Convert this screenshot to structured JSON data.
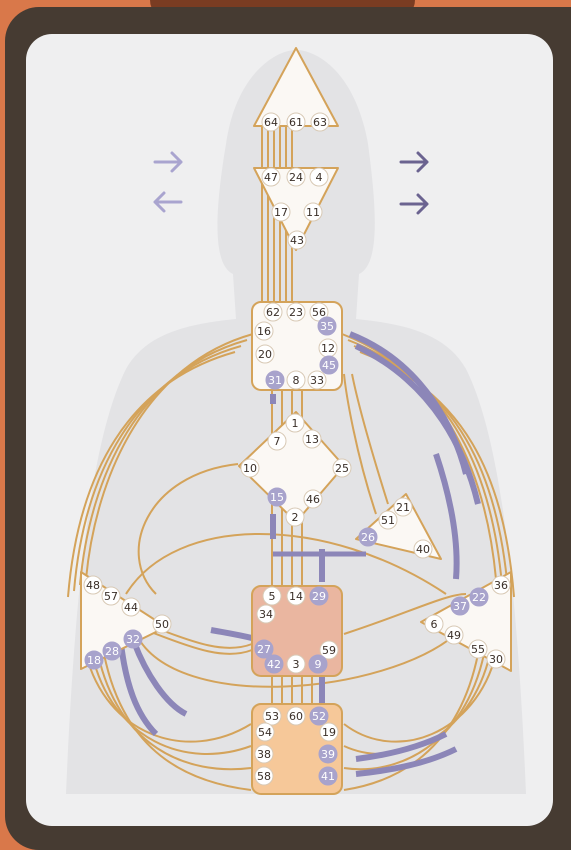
{
  "colors": {
    "outer_background": "#d9784a",
    "frame": "#463b32",
    "card": "#efeff0",
    "body_silhouette": "#d9d9dc",
    "channel_line": "#d4a35a",
    "activation": "#8c86b8",
    "center_fill": "#fbf8f4",
    "defined_center_sacral": "#eab6a0",
    "defined_center_root": "#f6c899",
    "gate_activated": "#a8a3cc",
    "arrow": "#6b6390",
    "arrow_light": "#a9a4cf"
  },
  "arrows": [
    {
      "name": "arrow-top-left",
      "direction": "right",
      "shade": "light"
    },
    {
      "name": "arrow-bottom-left",
      "direction": "left",
      "shade": "light"
    },
    {
      "name": "arrow-top-right",
      "direction": "right",
      "shade": "dark"
    },
    {
      "name": "arrow-bottom-right",
      "direction": "right",
      "shade": "dark"
    }
  ],
  "centers": [
    {
      "id": "head",
      "defined": false,
      "gates": [
        {
          "n": "64",
          "on": false
        },
        {
          "n": "61",
          "on": false
        },
        {
          "n": "63",
          "on": false
        }
      ]
    },
    {
      "id": "ajna",
      "defined": false,
      "gates": [
        {
          "n": "47",
          "on": false
        },
        {
          "n": "24",
          "on": false
        },
        {
          "n": "4",
          "on": false
        },
        {
          "n": "17",
          "on": false
        },
        {
          "n": "11",
          "on": false
        },
        {
          "n": "43",
          "on": false
        }
      ]
    },
    {
      "id": "throat",
      "defined": false,
      "gates": [
        {
          "n": "62",
          "on": false
        },
        {
          "n": "23",
          "on": false
        },
        {
          "n": "56",
          "on": false
        },
        {
          "n": "16",
          "on": false
        },
        {
          "n": "35",
          "on": true
        },
        {
          "n": "20",
          "on": false
        },
        {
          "n": "12",
          "on": false
        },
        {
          "n": "45",
          "on": true
        },
        {
          "n": "31",
          "on": true
        },
        {
          "n": "8",
          "on": false
        },
        {
          "n": "33",
          "on": false
        }
      ]
    },
    {
      "id": "g-center",
      "defined": false,
      "gates": [
        {
          "n": "1",
          "on": false
        },
        {
          "n": "7",
          "on": false
        },
        {
          "n": "13",
          "on": false
        },
        {
          "n": "10",
          "on": false
        },
        {
          "n": "25",
          "on": false
        },
        {
          "n": "15",
          "on": true
        },
        {
          "n": "46",
          "on": false
        },
        {
          "n": "2",
          "on": false
        }
      ]
    },
    {
      "id": "heart",
      "defined": false,
      "gates": [
        {
          "n": "21",
          "on": false
        },
        {
          "n": "51",
          "on": false
        },
        {
          "n": "26",
          "on": true
        },
        {
          "n": "40",
          "on": false
        }
      ]
    },
    {
      "id": "sacral",
      "defined": true,
      "gates": [
        {
          "n": "5",
          "on": false
        },
        {
          "n": "14",
          "on": false
        },
        {
          "n": "29",
          "on": true
        },
        {
          "n": "34",
          "on": false
        },
        {
          "n": "27",
          "on": true
        },
        {
          "n": "59",
          "on": false
        },
        {
          "n": "42",
          "on": true
        },
        {
          "n": "3",
          "on": false
        },
        {
          "n": "9",
          "on": true
        }
      ]
    },
    {
      "id": "spleen",
      "defined": false,
      "gates": [
        {
          "n": "48",
          "on": false
        },
        {
          "n": "57",
          "on": false
        },
        {
          "n": "44",
          "on": false
        },
        {
          "n": "50",
          "on": false
        },
        {
          "n": "32",
          "on": true
        },
        {
          "n": "28",
          "on": true
        },
        {
          "n": "18",
          "on": true
        }
      ]
    },
    {
      "id": "solar-plexus",
      "defined": false,
      "gates": [
        {
          "n": "36",
          "on": false
        },
        {
          "n": "22",
          "on": true
        },
        {
          "n": "37",
          "on": true
        },
        {
          "n": "6",
          "on": false
        },
        {
          "n": "49",
          "on": false
        },
        {
          "n": "55",
          "on": false
        },
        {
          "n": "30",
          "on": false
        }
      ]
    },
    {
      "id": "root",
      "defined": true,
      "gates": [
        {
          "n": "53",
          "on": false
        },
        {
          "n": "60",
          "on": false
        },
        {
          "n": "52",
          "on": true
        },
        {
          "n": "54",
          "on": false
        },
        {
          "n": "19",
          "on": false
        },
        {
          "n": "38",
          "on": false
        },
        {
          "n": "39",
          "on": true
        },
        {
          "n": "58",
          "on": false
        },
        {
          "n": "41",
          "on": true
        }
      ]
    }
  ]
}
